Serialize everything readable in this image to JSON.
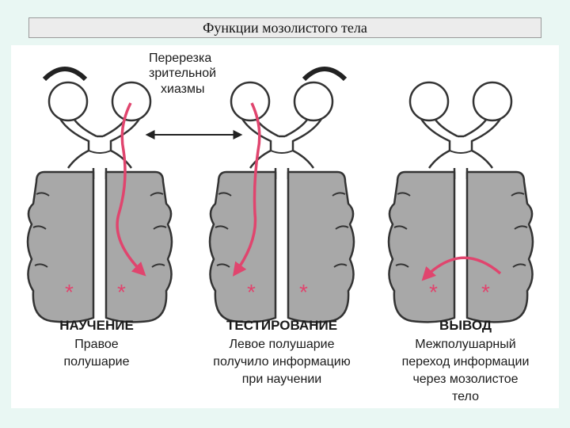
{
  "title": "Функции мозолистого тела",
  "chiasm_label": [
    "Перерезка",
    "зрительной",
    "хиазмы"
  ],
  "panels": [
    {
      "heading": "НАУЧЕНИЕ",
      "lines": [
        "Правое",
        "полушарие"
      ]
    },
    {
      "heading": "ТЕСТИРОВАНИЕ",
      "lines": [
        "Левое полушарие",
        "получило информацию",
        "при научении"
      ]
    },
    {
      "heading": "ВЫВОД",
      "lines": [
        "Межполушарный",
        "переход информации",
        "через мозолистое",
        "тело"
      ]
    }
  ],
  "marker": "*",
  "colors": {
    "brain": "#a8a8a8",
    "arrow": "#e0456e",
    "background": "#e9f7f3",
    "title_bar": "#ececec"
  }
}
